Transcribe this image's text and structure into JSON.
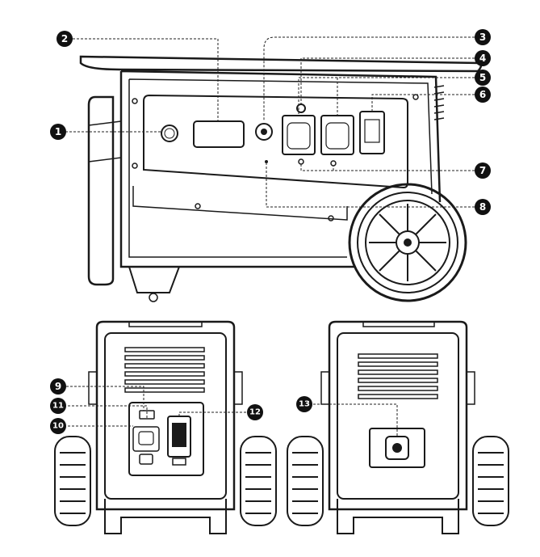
{
  "callouts": {
    "c1": "1",
    "c2": "2",
    "c3": "3",
    "c4": "4",
    "c5": "5",
    "c6": "6",
    "c7": "7",
    "c8": "8",
    "c9": "9",
    "c10": "10",
    "c11": "11",
    "c12": "12",
    "c13": "13"
  },
  "colors": {
    "outline": "#1a1a1a",
    "callout_fill": "#111111",
    "background": "#ffffff"
  }
}
